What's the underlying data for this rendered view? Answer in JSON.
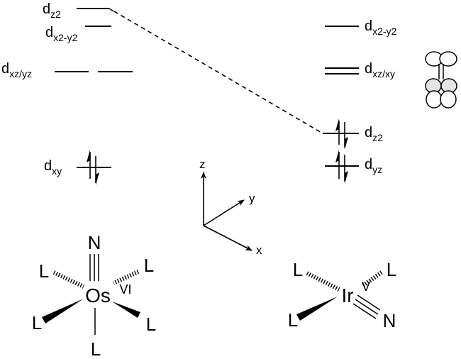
{
  "left_levels": {
    "dz2": {
      "main": "d",
      "sub": "z2"
    },
    "dx2y2": {
      "main": "d",
      "sub": "x2-y2"
    },
    "dxzyz": {
      "main": "d",
      "sub": "xz/yz"
    },
    "dxy": {
      "main": "d",
      "sub": "xy"
    }
  },
  "right_levels": {
    "dx2y2": {
      "main": "d",
      "sub": "x2-y2"
    },
    "dxzxy": {
      "main": "d",
      "sub": "xz/xy"
    },
    "dz2": {
      "main": "d",
      "sub": "z2"
    },
    "dyz": {
      "main": "d",
      "sub": "yz"
    }
  },
  "axes": {
    "z": "z",
    "y": "y",
    "x": "x"
  },
  "os_complex": {
    "ligand": "L",
    "nitrogen": "N",
    "metal": "Os",
    "oxidation": "VI"
  },
  "ir_complex": {
    "ligand": "L",
    "nitrogen": "N",
    "metal": "Ir",
    "oxidation": "V"
  }
}
